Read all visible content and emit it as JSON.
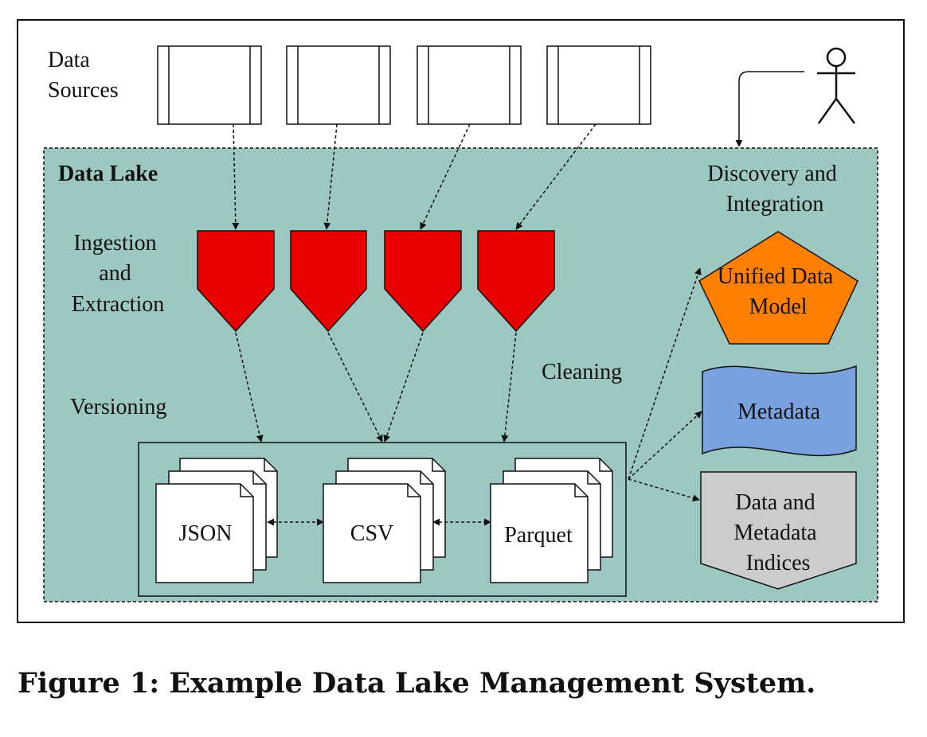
{
  "labels": {
    "data_sources": [
      "Data",
      "Sources"
    ],
    "data_lake": "Data Lake",
    "ingestion": [
      "Ingestion",
      "and",
      "Extraction"
    ],
    "versioning": "Versioning",
    "cleaning": "Cleaning",
    "discovery": [
      "Discovery and",
      "Integration"
    ],
    "unified_model": [
      "Unified Data",
      "Model"
    ],
    "metadata": "Metadata",
    "indices": [
      "Data and",
      "Metadata",
      "Indices"
    ]
  },
  "formats": [
    "JSON",
    "CSV",
    "Parquet"
  ],
  "caption": "Figure 1: Example Data Lake Management System.",
  "colors": {
    "lake_fill": "#9dc8c2",
    "ingestion_red": "#e80000",
    "unified_orange": "#ff8000",
    "metadata_blue": "#7aa2df",
    "indices_gray": "#cccccc"
  }
}
